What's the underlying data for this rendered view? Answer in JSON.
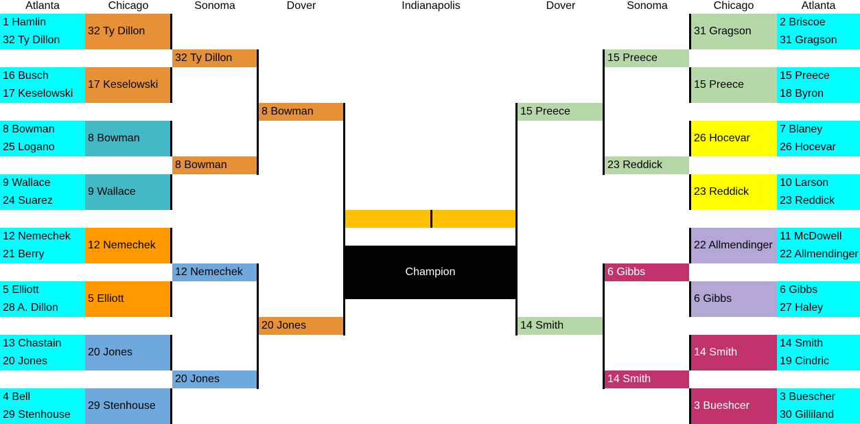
{
  "headers": [
    "Atlanta",
    "Chicago",
    "Sonoma",
    "Dover",
    "Indianapolis",
    "Dover",
    "Sonoma",
    "Chicago",
    "Atlanta"
  ],
  "colors": {
    "cyan": "#00ffff",
    "orange_dark": "#e69138",
    "orange": "#ff9900",
    "teal": "#45b8c6",
    "blue": "#6fa8dc",
    "green": "#b6d7a8",
    "yellow": "#ffff00",
    "lavender": "#b4a7d6",
    "magenta": "#c2336e",
    "final_bar": "#ffc000",
    "champion_bg": "#000000"
  },
  "left": {
    "atlanta": [
      [
        "1 Hamlin",
        "32 Ty Dillon"
      ],
      [
        "16 Busch",
        "17 Keselowski"
      ],
      [
        "8 Bowman",
        "25 Logano"
      ],
      [
        "9 Wallace",
        "24 Suarez"
      ],
      [
        "12 Nemechek",
        "21 Berry"
      ],
      [
        "5 Elliott",
        "28 A. Dillon"
      ],
      [
        "13 Chastain",
        "20 Jones"
      ],
      [
        "4 Bell",
        "29 Stenhouse"
      ]
    ],
    "chicago": [
      "32 Ty Dillon",
      "17 Keselowski",
      "8 Bowman",
      "9 Wallace",
      "12 Nemechek",
      "5 Elliott",
      "20 Jones",
      "29 Stenhouse"
    ],
    "sonoma": [
      "32 Ty Dillon",
      "8 Bowman",
      "12 Nemechek",
      "20 Jones"
    ],
    "dover": [
      "8 Bowman",
      "20 Jones"
    ]
  },
  "center": {
    "champion": "Champion"
  },
  "right": {
    "dover": [
      "15 Preece",
      "14 Smith"
    ],
    "sonoma": [
      "15 Preece",
      "23 Reddick",
      "6 Gibbs",
      "14 Smith"
    ],
    "chicago": [
      "31 Gragson",
      "15 Preece",
      "26 Hocevar",
      "23 Reddick",
      "22 Allmendinger",
      "6 Gibbs",
      "14 Smith",
      "3 Bueshcer"
    ],
    "atlanta": [
      [
        "2 Briscoe",
        "31 Gragson"
      ],
      [
        "15 Preece",
        "18 Byron"
      ],
      [
        "7 Blaney",
        "26 Hocevar"
      ],
      [
        "10 Larson",
        "23 Reddick"
      ],
      [
        "11 McDowell",
        "22 Allmendinger"
      ],
      [
        "6 Gibbs",
        "27 Haley"
      ],
      [
        "14 Smith",
        "19 Cindric"
      ],
      [
        "3 Buescher",
        "30 Gilliland"
      ]
    ]
  }
}
